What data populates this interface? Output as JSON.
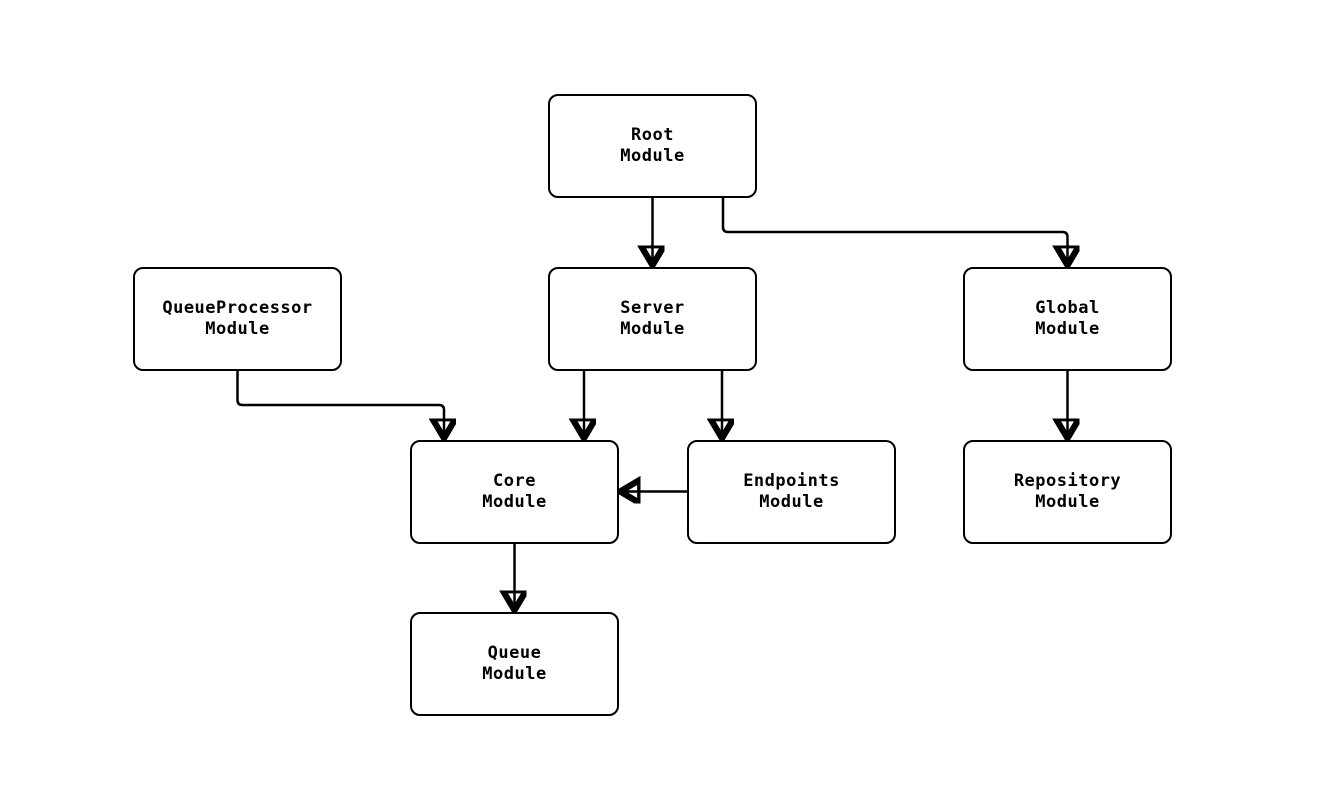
{
  "diagram": {
    "background_color": "#ffffff",
    "node_fill_color": "#ffffff",
    "node_border_color": "#000000",
    "edge_color": "#000000",
    "text_color": "#000000",
    "arrow_style": "filled-triangle",
    "nodes": [
      {
        "id": "root",
        "line1": "Root",
        "line2": "Module"
      },
      {
        "id": "queueprocessor",
        "line1": "QueueProcessor",
        "line2": "Module"
      },
      {
        "id": "server",
        "line1": "Server",
        "line2": "Module"
      },
      {
        "id": "global",
        "line1": "Global",
        "line2": "Module"
      },
      {
        "id": "core",
        "line1": "Core",
        "line2": "Module"
      },
      {
        "id": "endpoints",
        "line1": "Endpoints",
        "line2": "Module"
      },
      {
        "id": "repository",
        "line1": "Repository",
        "line2": "Module"
      },
      {
        "id": "queue",
        "line1": "Queue",
        "line2": "Module"
      }
    ],
    "edges": [
      {
        "from": "Root Module",
        "to": "Server Module"
      },
      {
        "from": "Root Module",
        "to": "Global Module"
      },
      {
        "from": "QueueProcessor Module",
        "to": "Core Module"
      },
      {
        "from": "Server Module",
        "to": "Core Module"
      },
      {
        "from": "Server Module",
        "to": "Endpoints Module"
      },
      {
        "from": "Endpoints Module",
        "to": "Core Module"
      },
      {
        "from": "Global Module",
        "to": "Repository Module"
      },
      {
        "from": "Core Module",
        "to": "Queue Module"
      }
    ]
  }
}
